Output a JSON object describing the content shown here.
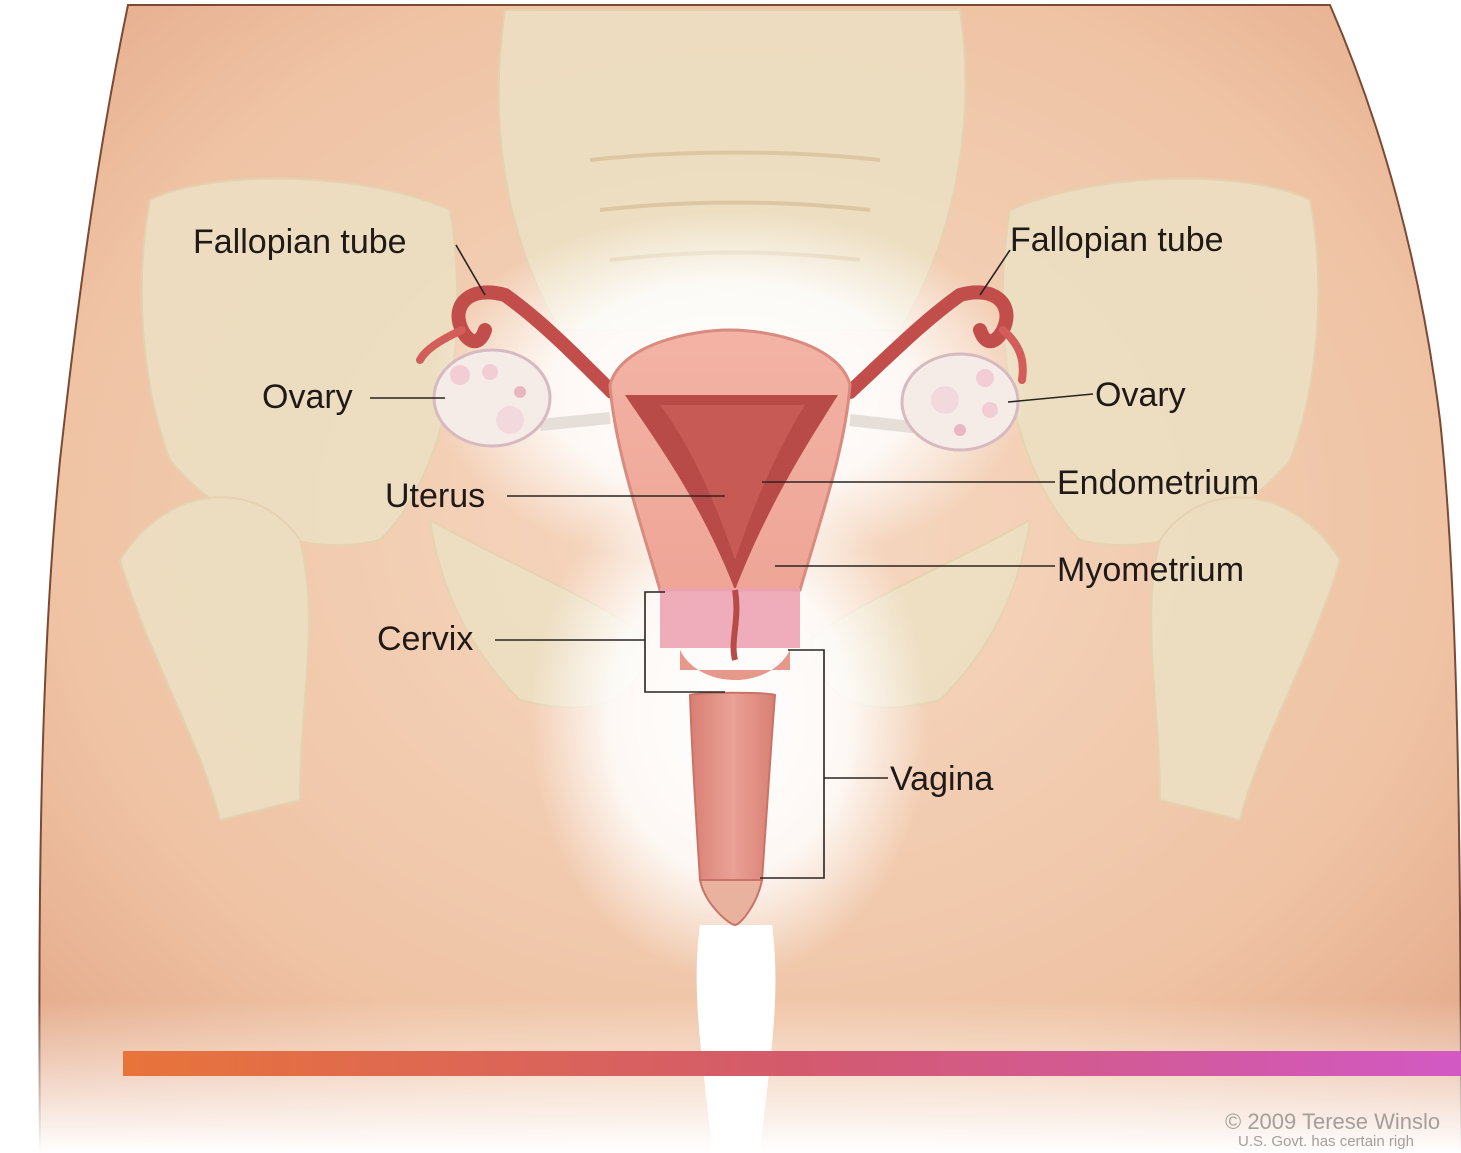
{
  "labels": {
    "fallopian_left": "Fallopian tube",
    "fallopian_right": "Fallopian tube",
    "ovary_left": "Ovary",
    "ovary_right": "Ovary",
    "uterus": "Uterus",
    "endometrium": "Endometrium",
    "myometrium": "Myometrium",
    "cervix": "Cervix",
    "vagina": "Vagina"
  },
  "credit": {
    "line1": "© 2009 Terese Winslo",
    "line2": "U.S. Govt. has certain righ"
  },
  "colors": {
    "skin": "#f1c9ad",
    "skin_shadow": "#e3ad8c",
    "bone": "#ede1c4",
    "uterus_outer": "#f0aa9e",
    "uterus_cavity": "#b84a47",
    "accent_bar_start": "#e8743a",
    "accent_bar_end": "#d259c4"
  }
}
